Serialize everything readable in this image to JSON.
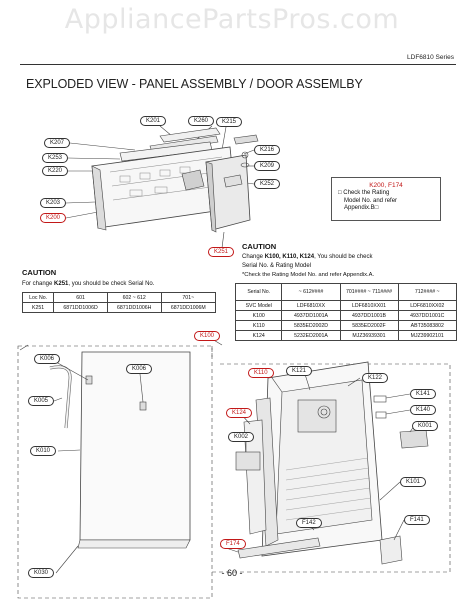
{
  "watermark": "AppliancePartsPros.com",
  "series": "LDF6810 Series",
  "title": "EXPLODED VIEW - PANEL ASSEMBLY / DOOR ASSEMLBY",
  "labels": {
    "k201": "K201",
    "k260": "K260",
    "k215": "K215",
    "k207": "K207",
    "k216": "K216",
    "k253": "K253",
    "k209": "K209",
    "k220": "K220",
    "k252": "K252",
    "k203": "K203",
    "k200": "K200",
    "k251": "K251",
    "k100": "K100",
    "k006a": "K006",
    "k006b": "K006",
    "k005": "K005",
    "k010": "K010",
    "k030": "K030",
    "k110": "K110",
    "k121": "K121",
    "k122": "K122",
    "k141": "K141",
    "k140": "K140",
    "k124": "K124",
    "k001": "K001",
    "k002": "K002",
    "k101": "K101",
    "f142": "F142",
    "f141": "F141",
    "f174": "F174"
  },
  "note_box": {
    "heading": "K200, F174",
    "lines": [
      "□ Check the Rating",
      "Model No. and refer",
      "Appendix.B□"
    ]
  },
  "caution_left": {
    "heading": "CAUTION",
    "text_before": "For change ",
    "text_bold": "K251",
    "text_after": ", you should be check Serial No.",
    "headers": [
      "Loc No.",
      "601",
      "602 ~ 612",
      "701~"
    ],
    "row": [
      "K251",
      "6871DD1006D",
      "6871DD1006H",
      "6871DD1006M"
    ]
  },
  "caution_right": {
    "heading": "CAUTION",
    "line1_before": "Change ",
    "line1_bold": "K100, K110, K124",
    "line1_after": ", You should be check",
    "line2": "Serial No. & Rating Model",
    "line3": "*Check the Rating Model No. and refer Appendix.A.",
    "headers": [
      "Serial No.",
      "~ 612####",
      "701#### ~ 711####",
      "712#### ~"
    ],
    "rows": [
      [
        "SVC Model",
        "LDF6810XX",
        "LDF6810XX01",
        "LDF6810XX02"
      ],
      [
        "K100",
        "4937DD1001A",
        "4937DD1001B",
        "4937DD1001C"
      ],
      [
        "K110",
        "5835ED2002D",
        "5835ED2002F",
        "ABT35083802"
      ],
      [
        "K124",
        "5232ED2001A",
        "MJZ36939301",
        "MJZ39902101"
      ]
    ]
  },
  "page_number": "- 60 -"
}
